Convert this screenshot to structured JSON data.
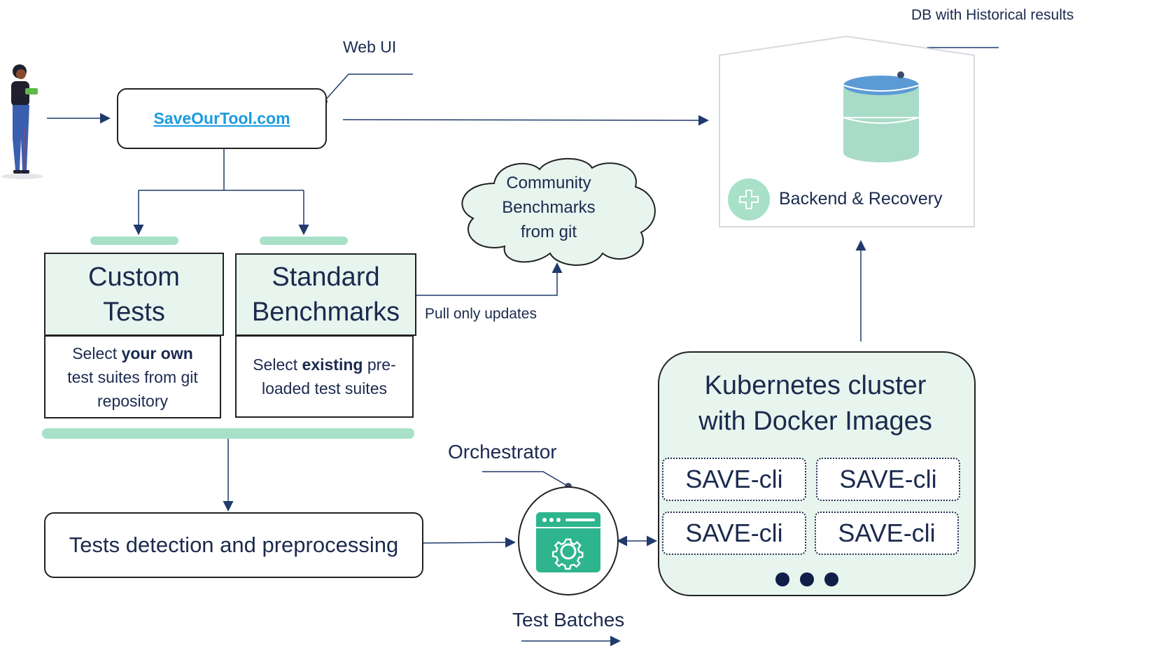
{
  "web_ui": {
    "caption": "Web UI",
    "link": "SaveOurTool.com"
  },
  "db": {
    "caption": "DB with Historical results",
    "backend_label": "Backend & Recovery"
  },
  "cloud": {
    "line1": "Community",
    "line2": "Benchmarks",
    "line3": "from git"
  },
  "pull_label": "Pull only updates",
  "custom": {
    "title_line1": "Custom",
    "title_line2": "Tests",
    "desc_pre": "Select ",
    "desc_bold": "your own",
    "desc_line2": "test suites from git",
    "desc_line3": "repository"
  },
  "standard": {
    "title_line1": "Standard",
    "title_line2": "Benchmarks",
    "desc_pre": "Select ",
    "desc_bold": "existing",
    "desc_post": " pre-",
    "desc_line2": "loaded test suites"
  },
  "detection": {
    "label": "Tests detection and preprocessing"
  },
  "orchestrator": {
    "caption": "Orchestrator",
    "batches": "Test Batches"
  },
  "kubernetes": {
    "title_line1": "Kubernetes cluster",
    "title_line2": "with Docker Images",
    "cli": [
      "SAVE-cli",
      "SAVE-cli",
      "SAVE-cli",
      "SAVE-cli"
    ]
  },
  "colors": {
    "accent_green": "#a8e0c8",
    "light_green": "#e7f5ee",
    "navy": "#1b2a4e",
    "link_blue": "#1a9be0",
    "db_blue": "#5b9bd5",
    "db_green": "#a8dcc8"
  }
}
